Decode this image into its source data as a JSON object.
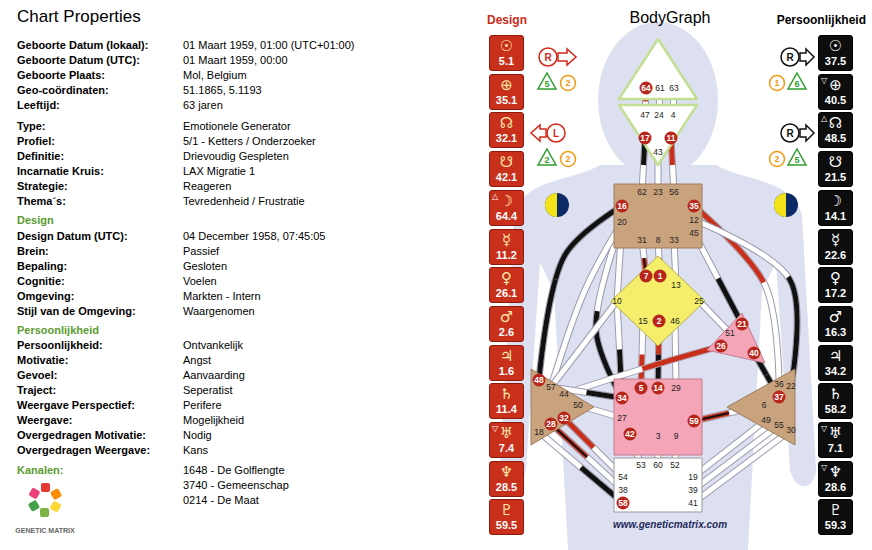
{
  "diagram": {
    "title": "Chart Properties",
    "nodes": [
      {
        "text": [
          "☉",
          "5.1"
        ]
      },
      {
        "text": [
          "⊕",
          "35.1"
        ]
      },
      {
        "text": [
          "☊",
          "32.1"
        ]
      },
      {
        "text": [
          "☋",
          "42.1"
        ]
      },
      {
        "text": [
          "△",
          "☽",
          "64.4"
        ]
      },
      {
        "text": [
          "☿",
          "11.2"
        ]
      },
      {
        "text": [
          "♀",
          "26.1"
        ]
      },
      {
        "text": [
          "♂",
          "2.6"
        ]
      },
      {
        "text": [
          "♃",
          "1.6"
        ]
      },
      {
        "text": [
          "♄",
          "11.4"
        ]
      },
      {
        "text": [
          "▽",
          "♅",
          "7.4"
        ]
      },
      {
        "text": [
          "♆",
          "28.5"
        ]
      },
      {
        "text": [
          "♇",
          "59.5"
        ]
      },
      {
        "text": [
          "64",
          "61",
          "63"
        ]
      },
      {
        "text": [
          "47",
          "24",
          "4",
          "17",
          "43",
          "11"
        ]
      },
      {
        "text": [
          "62",
          "23",
          "56",
          "16",
          "35",
          "20",
          "12",
          "45",
          "31",
          "8",
          "33"
        ]
      },
      {
        "text": [
          "7",
          "1",
          "13",
          "10",
          "25",
          "15",
          "2",
          "46"
        ]
      },
      {
        "text": [
          "21",
          "51",
          "26",
          "40"
        ]
      },
      {
        "text": [
          "48",
          "57",
          "44",
          "50",
          "32",
          "28",
          "18"
        ]
      },
      {
        "text": [
          "5",
          "14",
          "29",
          "34",
          "27",
          "59",
          "42",
          "3",
          "9"
        ]
      },
      {
        "text": [
          "36",
          "22",
          "37",
          "6",
          "49",
          "55",
          "30"
        ]
      },
      {
        "text": [
          "53",
          "60",
          "52",
          "54",
          "19",
          "38",
          "39",
          "58",
          "41"
        ]
      },
      {
        "text": [
          "☉",
          "37.5"
        ]
      },
      {
        "text": [
          "▽",
          "⊕",
          "40.5"
        ]
      },
      {
        "text": [
          "△",
          "☊",
          "48.5"
        ]
      },
      {
        "text": [
          "☋",
          "21.5"
        ]
      },
      {
        "text": [
          "☽",
          "14.1"
        ]
      },
      {
        "text": [
          "☿",
          "22.6"
        ]
      },
      {
        "text": [
          "♀",
          "17.2"
        ]
      },
      {
        "text": [
          "♂",
          "16.3"
        ]
      },
      {
        "text": [
          "♃",
          "34.2"
        ]
      },
      {
        "text": [
          "♄",
          "58.2"
        ]
      },
      {
        "text": [
          "▽",
          "♅",
          "7.1"
        ]
      },
      {
        "text": [
          "▽",
          "♆",
          "28.6"
        ]
      },
      {
        "text": [
          "♇",
          "59.3"
        ]
      }
    ],
    "edges": [
      {
        "from": 13,
        "to": 14,
        "arrow": "none"
      },
      {
        "from": 13,
        "to": 14,
        "arrow": "none"
      },
      {
        "from": 13,
        "to": 14,
        "arrow": "none"
      },
      {
        "from": 14,
        "to": 15,
        "arrow": "none"
      },
      {
        "from": 14,
        "to": 15,
        "arrow": "none"
      },
      {
        "from": 14,
        "to": 15,
        "arrow": "none"
      },
      {
        "from": 15,
        "to": 16,
        "arrow": "none"
      },
      {
        "from": 15,
        "to": 16,
        "arrow": "none"
      },
      {
        "from": 15,
        "to": 16,
        "arrow": "none"
      },
      {
        "from": 15,
        "to": 16,
        "arrow": "none"
      },
      {
        "from": 15,
        "to": 19,
        "arrow": "none"
      },
      {
        "from": 15,
        "to": 18,
        "arrow": "none"
      },
      {
        "from": 15,
        "to": 18,
        "arrow": "none"
      },
      {
        "from": 15,
        "to": 17,
        "arrow": "none"
      },
      {
        "from": 15,
        "to": 20,
        "arrow": "none"
      },
      {
        "from": 15,
        "to": 20,
        "arrow": "none"
      },
      {
        "from": 16,
        "to": 19,
        "arrow": "none"
      },
      {
        "from": 16,
        "to": 19,
        "arrow": "none"
      },
      {
        "from": 16,
        "to": 19,
        "arrow": "none"
      },
      {
        "from": 16,
        "to": 19,
        "arrow": "none"
      },
      {
        "from": 16,
        "to": 18,
        "arrow": "none"
      },
      {
        "from": 16,
        "to": 17,
        "arrow": "none"
      },
      {
        "from": 17,
        "to": 18,
        "arrow": "none"
      },
      {
        "from": 17,
        "to": 20,
        "arrow": "none"
      },
      {
        "from": 19,
        "to": 18,
        "arrow": "none"
      },
      {
        "from": 19,
        "to": 18,
        "arrow": "none"
      },
      {
        "from": 19,
        "to": 20,
        "arrow": "none"
      },
      {
        "from": 19,
        "to": 21,
        "arrow": "none"
      },
      {
        "from": 19,
        "to": 21,
        "arrow": "none"
      },
      {
        "from": 19,
        "to": 21,
        "arrow": "none"
      },
      {
        "from": 21,
        "to": 18,
        "arrow": "none"
      },
      {
        "from": 21,
        "to": 18,
        "arrow": "none"
      },
      {
        "from": 21,
        "to": 18,
        "arrow": "none"
      },
      {
        "from": 21,
        "to": 20,
        "arrow": "none"
      },
      {
        "from": 21,
        "to": 20,
        "arrow": "none"
      },
      {
        "from": 21,
        "to": 20,
        "arrow": "none"
      }
    ],
    "labels": [
      "Geboorte Datum (lokaal):",
      "01 Maart 1959, 01:00 (UTC+01:00)",
      "Geboorte Datum (UTC):",
      "01 Maart 1959, 00:00",
      "Geboorte Plaats:",
      "Mol, Belgium",
      "Geo-coördinaten:",
      "51.1865, 5.1193",
      "Leeftijd:",
      "63 jaren",
      "Type:",
      "Emotionele Generator",
      "Profiel:",
      "5/1 - Ketters / Onderzoeker",
      "Definitie:",
      "Drievoudig Gespleten",
      "Incarnatie Kruis:",
      "LAX Migratie 1",
      "Strategie:",
      "Reageren",
      "Thema´s:",
      "Tevredenheid / Frustratie",
      "Design",
      "Design Datum (UTC):",
      "04 December 1958, 07:45:05",
      "Brein:",
      "Passief",
      "Bepaling:",
      "Gesloten",
      "Cognitie:",
      "Voelen",
      "Omgeving:",
      "Markten - Intern",
      "Stijl van de Omgeving:",
      "Waargenomen",
      "Persoonlijkheid",
      "Persoonlijkheid:",
      "Ontvankelijk",
      "Motivatie:",
      "Angst",
      "Gevoel:",
      "Aanvaarding",
      "Traject:",
      "Seperatist",
      "Weergave Perspectief:",
      "Perifere",
      "Weergave:",
      "Mogelijkheid",
      "Overgedragen Motivatie:",
      "Nodig",
      "Overgedragen Weergave:",
      "Kans",
      "Kanalen:",
      "1648 - De Golflengte",
      "3740 - Gemeenschap",
      "0214 - De Maat",
      "Design",
      "BodyGraph",
      "Persoonlijkheid",
      "R",
      "5",
      "2",
      "L",
      "2",
      "2",
      "R",
      "1",
      "6",
      "R",
      "2",
      "5",
      "www.geneticmatrix.com",
      "GENETIC MATRIX"
    ]
  }
}
